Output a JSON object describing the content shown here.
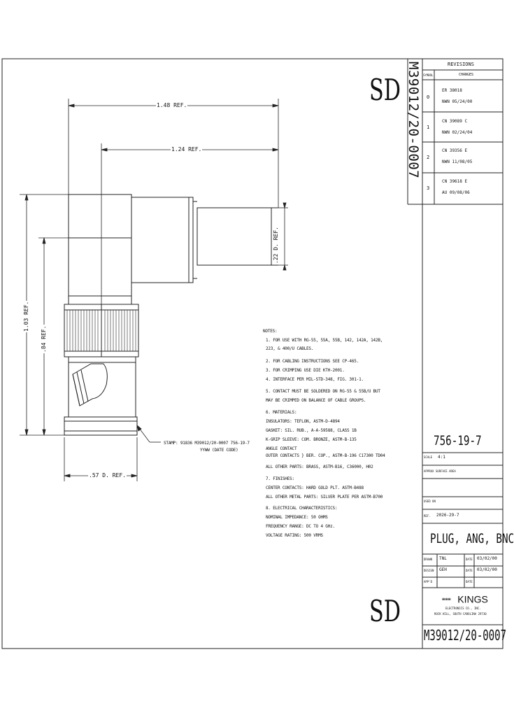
{
  "doc_code_side": "M39012/20-0007",
  "doc_code_bottom": "M39012/20-0007",
  "sd_top": "SD",
  "sd_bottom": "SD",
  "revisions": {
    "title": "REVISIONS",
    "col_sym": "SYMBOL",
    "col_changes": "CHANGES",
    "rows": [
      {
        "sym": "0",
        "l1": "ER  38018",
        "l2": "NWN 05/24/00"
      },
      {
        "sym": "1",
        "l1": "CN  39089 C",
        "l2": "NWN 02/24/04"
      },
      {
        "sym": "2",
        "l1": "CN  39356 E",
        "l2": "NWN 11/08/05"
      },
      {
        "sym": "3",
        "l1": "CN  39618 E",
        "l2": "AU  09/08/06"
      }
    ]
  },
  "part_number": "756-19-7",
  "scale": {
    "label": "SCALE",
    "value": "4:1"
  },
  "approx_surface_area": "APPROX SURFACE AREA",
  "used_on": "USED ON",
  "ref": {
    "label": "REF.",
    "value": "2026-29-7"
  },
  "part_title": "PLUG, ANG, BNC",
  "drawn": {
    "label": "DRAWN",
    "name": "TNL",
    "date_label": "DATE",
    "date": "03/02/00"
  },
  "design": {
    "label": "DESIGN",
    "name": "GEH",
    "date_label": "DATE",
    "date": "03/02/00"
  },
  "appd": {
    "label": "APP'D",
    "date_label": "DATE"
  },
  "company": {
    "logo_word": "KINGS",
    "logo_mark": "≡≡≡",
    "line1": "ELECTRONICS CO., INC.",
    "line2": "ROCK HILL, SOUTH CAROLINA 29730"
  },
  "dims": {
    "d148": "1.48 REF.",
    "d124": "1.24 REF.",
    "d103": "1.03 REF.",
    "d84": ".84 REF.",
    "d57": ".57 D. REF.",
    "d22": ".22 D. REF."
  },
  "stamp": {
    "line1": "STAMP: 91836 M39012/20-0007 756-19-7",
    "line2": "YYWW (DATE CODE)"
  },
  "notes": [
    "NOTES:",
    "1. FOR USE WITH RG-55, 55A, 55B, 142, 142A, 142B,",
    "   223, & 400/U CABLES.",
    "2. FOR CABLING INSTRUCTIONS SEE CP-465.",
    "3. FOR CRIMPING USE DIE KTH-2001.",
    "4. INTERFACE PER MIL-STD-348, FIG. 301-1.",
    "5. CONTACT MUST BE SOLDERED ON RG-55 & 55B/U BUT",
    "   MAY BE CRIMPED ON BALANCE OF CABLE GROUPS.",
    "6. MATERIALS:",
    "      INSULATORS: TEFLON, ASTM-D-4894",
    "      GASKET: SIL. RUB., A-A-59588, CLASS 1B",
    "      K-GRIP SLEEVE: COM. BRONZE, ASTM-B-135",
    "      ANGLE CONTACT",
    "      OUTER CONTACTS  } BER. COP., ASTM-B-196 C17300 TD04",
    "      ALL OTHER PARTS: BRASS, ASTM-B16, C36000, H02",
    "7. FINISHES:",
    "      CENTER CONTACTS: HARD GOLD PLT. ASTM-B488",
    "      ALL OTHER METAL PARTS: SILVER PLATE PER ASTM-B700",
    "8. ELECTRICAL CHARACTERISTICS:",
    "      NOMINAL IMPEDANCE: 50 OHMS",
    "      FREQUENCY RANGE: DC TO 4 GHz.",
    "      VOLTAGE RATING: 500 VRMS"
  ]
}
